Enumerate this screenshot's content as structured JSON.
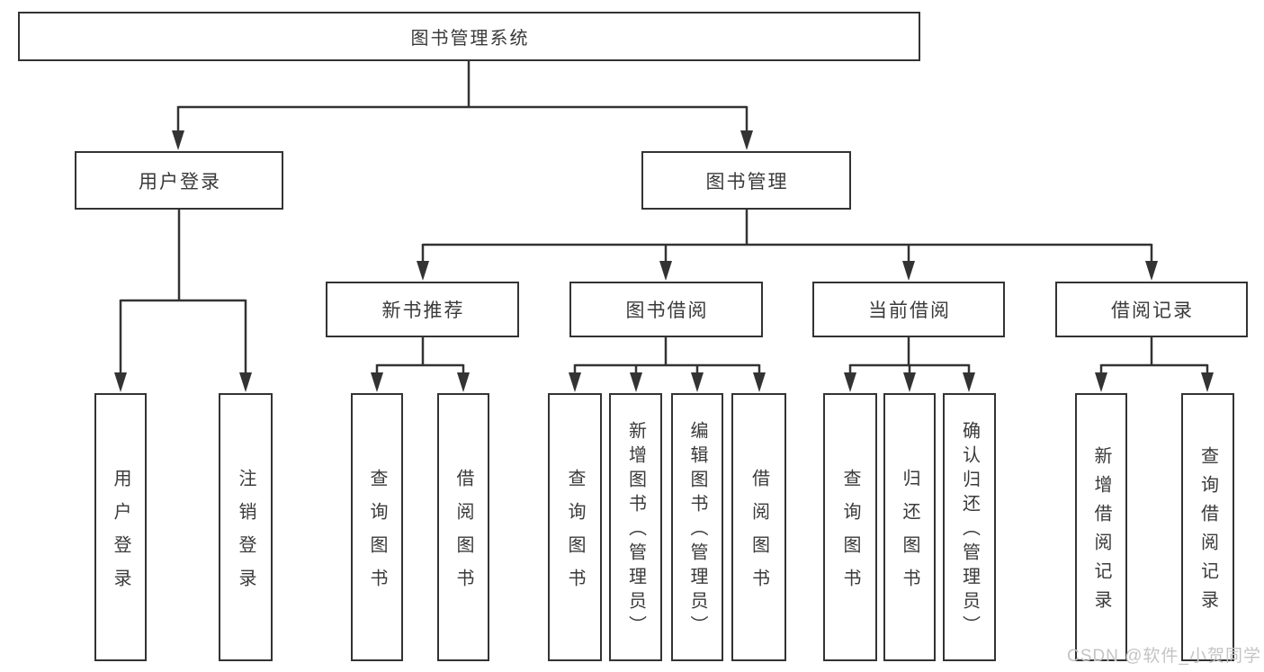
{
  "colors": {
    "line": "#333333",
    "box_border": "#333333",
    "text": "#3a3a3a",
    "background": "#ffffff",
    "watermark": "#c4c4c4"
  },
  "tree": {
    "root": "图书管理系统",
    "branches": [
      {
        "label": "用户登录",
        "leaves": [
          "用户登录",
          "注销登录"
        ]
      },
      {
        "label": "图书管理",
        "groups": [
          {
            "label": "新书推荐",
            "leaves": [
              "查询图书",
              "借阅图书"
            ]
          },
          {
            "label": "图书借阅",
            "leaves": [
              "查询图书",
              "新增图书（管理员）",
              "编辑图书（管理员）",
              "借阅图书"
            ]
          },
          {
            "label": "当前借阅",
            "leaves": [
              "查询图书",
              "归还图书",
              "确认归还（管理员）"
            ]
          },
          {
            "label": "借阅记录",
            "leaves": [
              "新增借阅记录",
              "查询借阅记录"
            ]
          }
        ]
      }
    ]
  },
  "watermark": {
    "text": "CSDN @软件_小贺同学"
  }
}
